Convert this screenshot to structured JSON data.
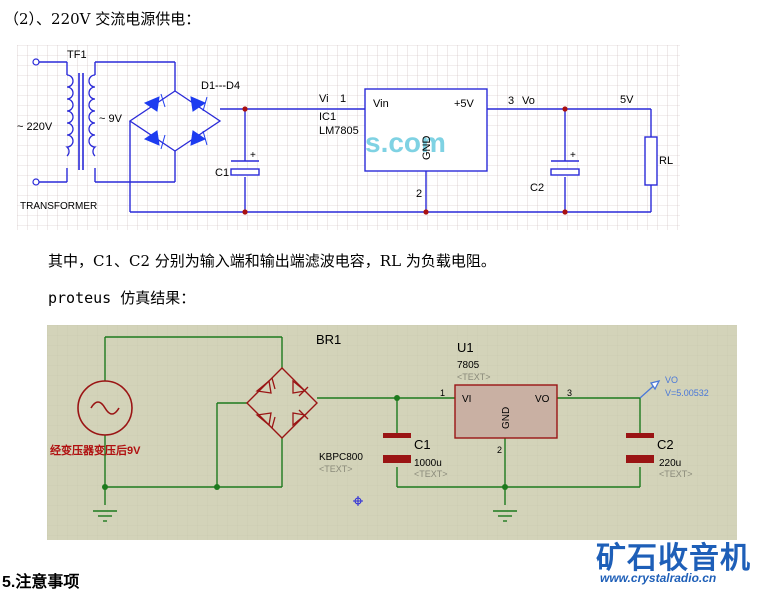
{
  "heading": "（2）、220V 交流电源供电：",
  "schematic1": {
    "transformer_label": "TF1",
    "primary_voltage": "~ 220V",
    "secondary_voltage": "~ 9V",
    "transformer_name": "TRANSFORMER",
    "bridge_label": "D1---D4",
    "ic_ref": "IC1",
    "ic_part": "LM7805",
    "ic_vin": "Vin",
    "ic_vout": "+5V",
    "ic_gnd": "GND",
    "pin1": "1",
    "pin2": "2",
    "pin3": "3",
    "vi_label": "Vi",
    "vo_label": "Vo",
    "out_voltage": "5V",
    "c1_label": "C1",
    "c2_label": "C2",
    "rl_label": "RL",
    "plus": "+",
    "watermark_fragment": "s.com"
  },
  "description": "其中，C1、C2 分别为输入端和输出端滤波电容，RL 为负载电阻。",
  "proteus_title": "proteus 仿真结果：",
  "schematic2": {
    "br_label": "BR1",
    "br_part": "KBPC800",
    "br_text": "<TEXT>",
    "u1_label": "U1",
    "u1_part": "7805",
    "u1_text": "<TEXT>",
    "u1_vi": "VI",
    "u1_vo": "VO",
    "u1_gnd": "GND",
    "pin1": "1",
    "pin2": "2",
    "pin3": "3",
    "source_label": "经变压器变压后9V",
    "c1_label": "C1",
    "c1_value": "1000u",
    "c1_text": "<TEXT>",
    "c2_label": "C2",
    "c2_value": "220u",
    "c2_text": "<TEXT>",
    "probe_label": "VO",
    "probe_value": "V=5.00532"
  },
  "section_heading": "5.注意事项",
  "watermark": {
    "cn": "矿石收音机",
    "url": "www.crystalradio.cn"
  },
  "colors": {
    "wire_blue": "#2a2ad8",
    "diode_blue": "#1d3cf0",
    "grid": "#c9b9b9",
    "sim_bg": "#d3d3b9",
    "sim_wire": "#1d7a1d",
    "sim_part": "#9a1414",
    "sim_part_fill": "#c9b0a3",
    "watermark": "#1e5fb8"
  }
}
